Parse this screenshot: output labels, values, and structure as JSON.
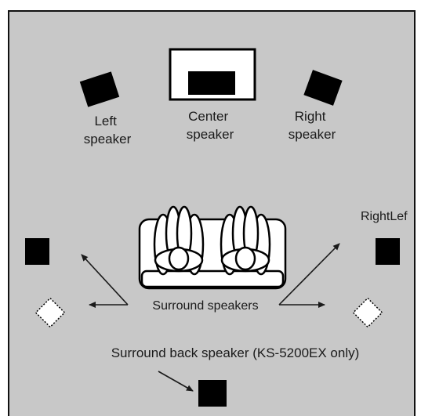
{
  "colors": {
    "room": "#c8c8c8",
    "speaker": "#000000",
    "surround_back_outline": "#000000",
    "background": "#ffffff"
  },
  "labels": {
    "left_speaker": [
      "Left",
      "speaker"
    ],
    "center_speaker": [
      "Center",
      "speaker"
    ],
    "right_speaker": [
      "Right",
      "speaker"
    ],
    "clipped_label": "RightLef",
    "surround_speakers": "Surround speakers",
    "surround_back": "Surround back speaker (KS-5200EX only)"
  },
  "icons": {
    "tv": "tv-icon",
    "sofa": "sofa-icon",
    "front_speaker": "speaker-icon",
    "surround_back_dotted": "dotted-speaker-icon"
  }
}
